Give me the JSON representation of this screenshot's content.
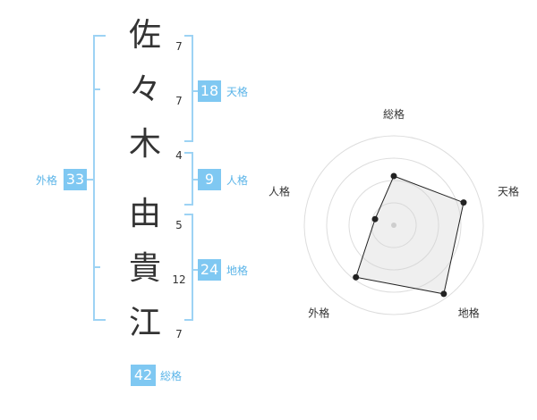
{
  "name": {
    "chars": [
      {
        "char": "佐",
        "strokes": "7"
      },
      {
        "char": "々",
        "strokes": "7"
      },
      {
        "char": "木",
        "strokes": "4"
      },
      {
        "char": "由",
        "strokes": "5"
      },
      {
        "char": "貴",
        "strokes": "12"
      },
      {
        "char": "江",
        "strokes": "7"
      }
    ]
  },
  "fortunes": {
    "tenkaku": {
      "value": "18",
      "label": "天格"
    },
    "jinkaku": {
      "value": "9",
      "label": "人格"
    },
    "chikaku": {
      "value": "24",
      "label": "地格"
    },
    "gaikaku": {
      "value": "33",
      "label": "外格"
    },
    "soukaku": {
      "value": "42",
      "label": "総格"
    }
  },
  "colors": {
    "accent": "#7fc8f2",
    "label": "#5ab4e8",
    "bracket": "#9dd3f4"
  },
  "chart_data": {
    "type": "radar",
    "axes": [
      "総格",
      "天格",
      "地格",
      "外格",
      "人格"
    ],
    "values": [
      0.55,
      0.82,
      0.95,
      0.72,
      0.22
    ],
    "range": [
      0,
      1
    ],
    "rings": 4
  }
}
